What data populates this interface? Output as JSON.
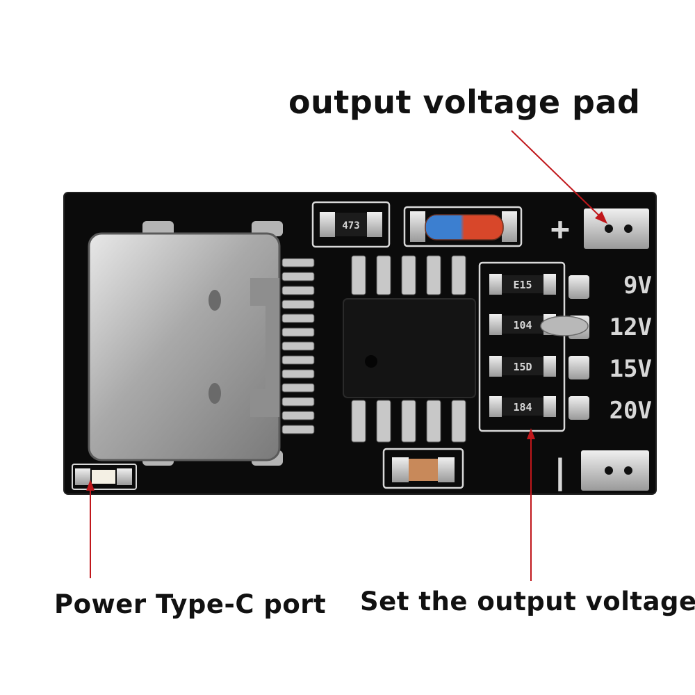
{
  "callouts": {
    "output_pad": "output voltage pad",
    "type_c": "Power Type-C port",
    "set_voltage": "Set the output voltage"
  },
  "board": {
    "plus_sign": "+",
    "minus_sign": "|",
    "voltages": [
      "9V",
      "12V",
      "15V",
      "20V"
    ],
    "resistor_top": "473",
    "chip_res_1": "E15",
    "chip_res_2": "104",
    "chip_res_3": "15D",
    "chip_res_4": "184"
  },
  "colors": {
    "pcb": "#0b0b0b",
    "silkscreen": "#d9d9d9",
    "tin": "#c9c9c9",
    "arrow": "#c0171b",
    "diode_blue": "#3c7fd0",
    "diode_red": "#d8472a",
    "capacitor": "#c8895a"
  }
}
